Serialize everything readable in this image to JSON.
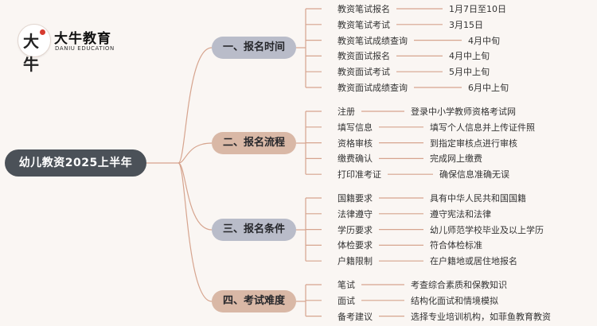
{
  "brand": {
    "glyph": "大牛",
    "name": "大牛教育",
    "sub": "DANIU EDUCATION",
    "accent": "#d63b2f"
  },
  "root": {
    "label": "幼儿教资2025上半年",
    "color": "#4b5158"
  },
  "branches": [
    {
      "label": "一、报名时间",
      "color": "#b9bcc9",
      "items": [
        {
          "label": "教资笔试报名",
          "value": "1月7日至10日"
        },
        {
          "label": "教资笔试考试",
          "value": "3月15日"
        },
        {
          "label": "教资笔试成绩查询",
          "value": "4月中旬"
        },
        {
          "label": "教资面试报名",
          "value": "4月中上旬"
        },
        {
          "label": "教资面试考试",
          "value": "5月中上旬"
        },
        {
          "label": "教资面试成绩查询",
          "value": "6月中上旬"
        }
      ]
    },
    {
      "label": "二、报名流程",
      "color": "#d9b8a6",
      "items": [
        {
          "label": "注册",
          "value": "登录中小学教师资格考试网"
        },
        {
          "label": "填写信息",
          "value": "填写个人信息并上传证件照"
        },
        {
          "label": "资格审核",
          "value": "到指定审核点进行审核"
        },
        {
          "label": "缴费确认",
          "value": "完成网上缴费"
        },
        {
          "label": "打印准考证",
          "value": "确保信息准确无误"
        }
      ]
    },
    {
      "label": "三、报名条件",
      "color": "#b9bcc9",
      "items": [
        {
          "label": "国籍要求",
          "value": "具有中华人民共和国国籍"
        },
        {
          "label": "法律遵守",
          "value": "遵守宪法和法律"
        },
        {
          "label": "学历要求",
          "value": "幼儿师范学校毕业及以上学历"
        },
        {
          "label": "体检要求",
          "value": "符合体检标准"
        },
        {
          "label": "户籍限制",
          "value": "在户籍地或居住地报名"
        }
      ]
    },
    {
      "label": "四、考试难度",
      "color": "#d9b8a6",
      "items": [
        {
          "label": "笔试",
          "value": "考查综合素质和保教知识"
        },
        {
          "label": "面试",
          "value": "结构化面试和情境模拟"
        },
        {
          "label": "备考建议",
          "value": "选择专业培训机构，如菲鱼教育教资"
        }
      ]
    }
  ],
  "line_color": "#d6a48e"
}
